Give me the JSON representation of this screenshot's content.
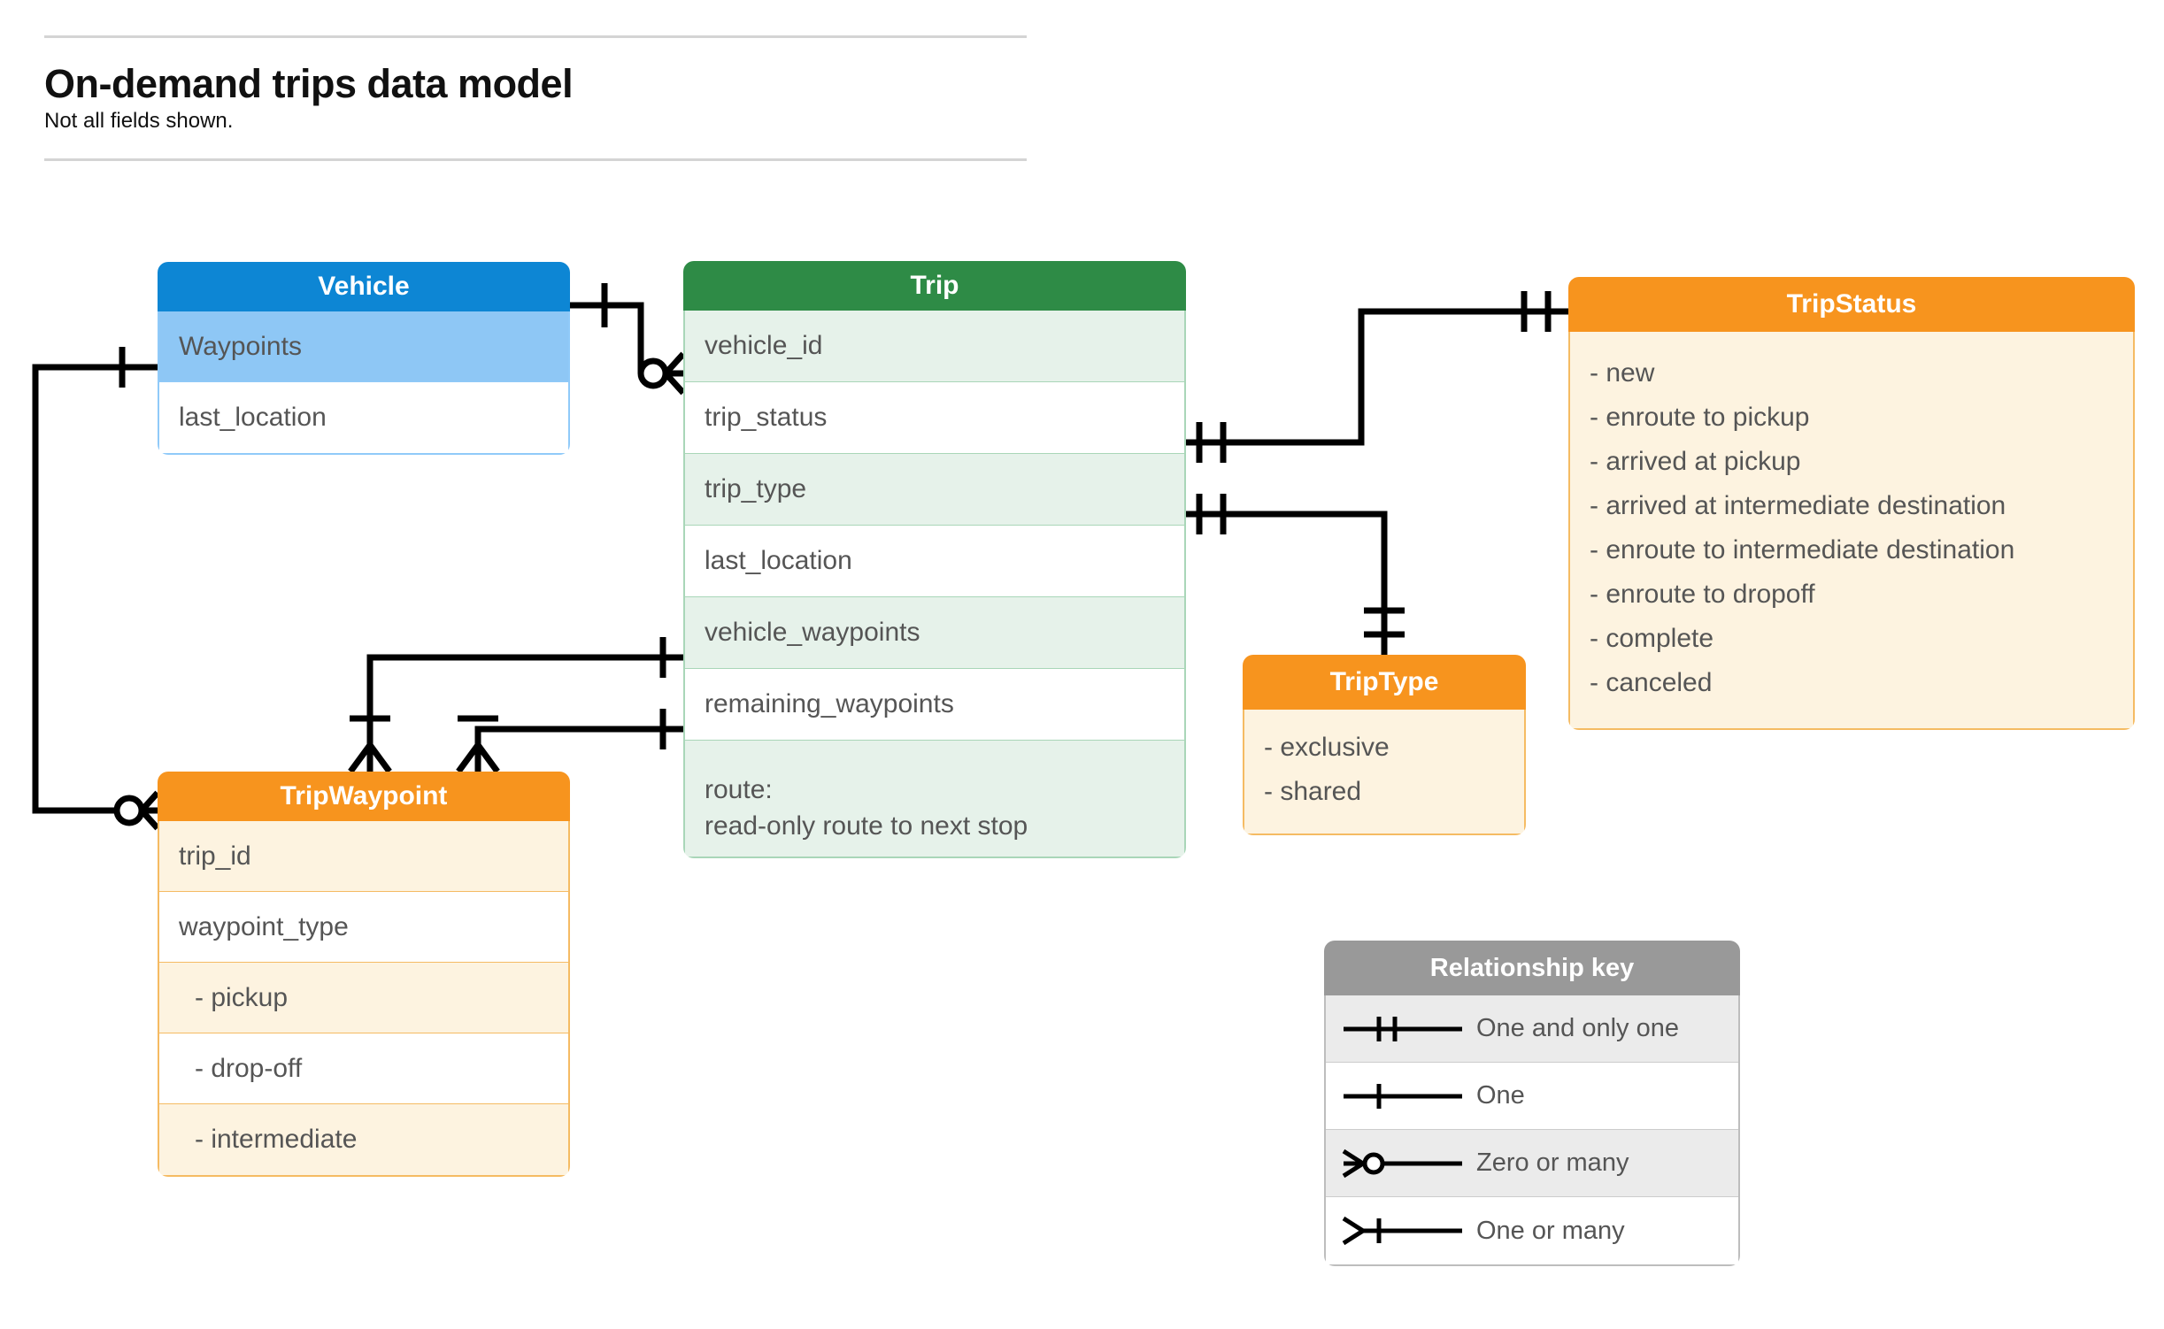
{
  "header": {
    "title": "On-demand trips data model",
    "subtitle": "Not all fields shown."
  },
  "colors": {
    "vehicle_header": "#0d86d4",
    "vehicle_row_alt": "#8ec7f5",
    "trip_header": "#2e8b46",
    "trip_row_alt": "#e6f2ea",
    "orange_header": "#f7941e",
    "orange_row_alt": "#fdf3e0",
    "legend_header": "#999999",
    "legend_row_alt": "#ebebeb",
    "connector": "#000000"
  },
  "entities": {
    "vehicle": {
      "title": "Vehicle",
      "fields": [
        {
          "label": "Waypoints"
        },
        {
          "label": "last_location"
        }
      ]
    },
    "trip": {
      "title": "Trip",
      "fields": [
        {
          "label": "vehicle_id"
        },
        {
          "label": "trip_status"
        },
        {
          "label": "trip_type"
        },
        {
          "label": "last_location"
        },
        {
          "label": "vehicle_waypoints"
        },
        {
          "label": "remaining_waypoints"
        }
      ],
      "route": {
        "line1": "route:",
        "line2": "read-only route to next stop"
      }
    },
    "tripstatus": {
      "title": "TripStatus",
      "values": [
        "- new",
        "- enroute to pickup",
        "- arrived at pickup",
        "- arrived at intermediate destination",
        "- enroute to intermediate destination",
        "- enroute to dropoff",
        "- complete",
        "- canceled"
      ]
    },
    "triptype": {
      "title": "TripType",
      "values": [
        "- exclusive",
        "- shared"
      ]
    },
    "tripwaypoint": {
      "title": "TripWaypoint",
      "fields": [
        {
          "label": "trip_id"
        },
        {
          "label": "waypoint_type"
        },
        {
          "label": "-  pickup"
        },
        {
          "label": "-  drop-off"
        },
        {
          "label": "-  intermediate"
        }
      ]
    }
  },
  "legend": {
    "title": "Relationship key",
    "items": [
      {
        "symbol": "one-and-only-one-symbol",
        "label": "One and only one"
      },
      {
        "symbol": "one-symbol",
        "label": "One"
      },
      {
        "symbol": "zero-or-many-symbol",
        "label": "Zero or many"
      },
      {
        "symbol": "one-or-many-symbol",
        "label": "One or many"
      }
    ]
  },
  "relationships": [
    {
      "from": "Vehicle",
      "from_card": "one",
      "to": "Trip.vehicle_id",
      "to_card": "zero or many"
    },
    {
      "from": "Vehicle.Waypoints",
      "from_card": "one",
      "to": "TripWaypoint",
      "to_card": "zero or many"
    },
    {
      "from": "Trip.trip_status",
      "from_card": "one and only one",
      "to": "TripStatus",
      "to_card": "one and only one"
    },
    {
      "from": "Trip.trip_type",
      "from_card": "one and only one",
      "to": "TripType",
      "to_card": "one and only one"
    },
    {
      "from": "Trip.vehicle_waypoints",
      "from_card": "one",
      "to": "TripWaypoint",
      "to_card": "one or many"
    },
    {
      "from": "Trip.remaining_waypoints",
      "from_card": "one",
      "to": "TripWaypoint",
      "to_card": "one or many"
    }
  ]
}
